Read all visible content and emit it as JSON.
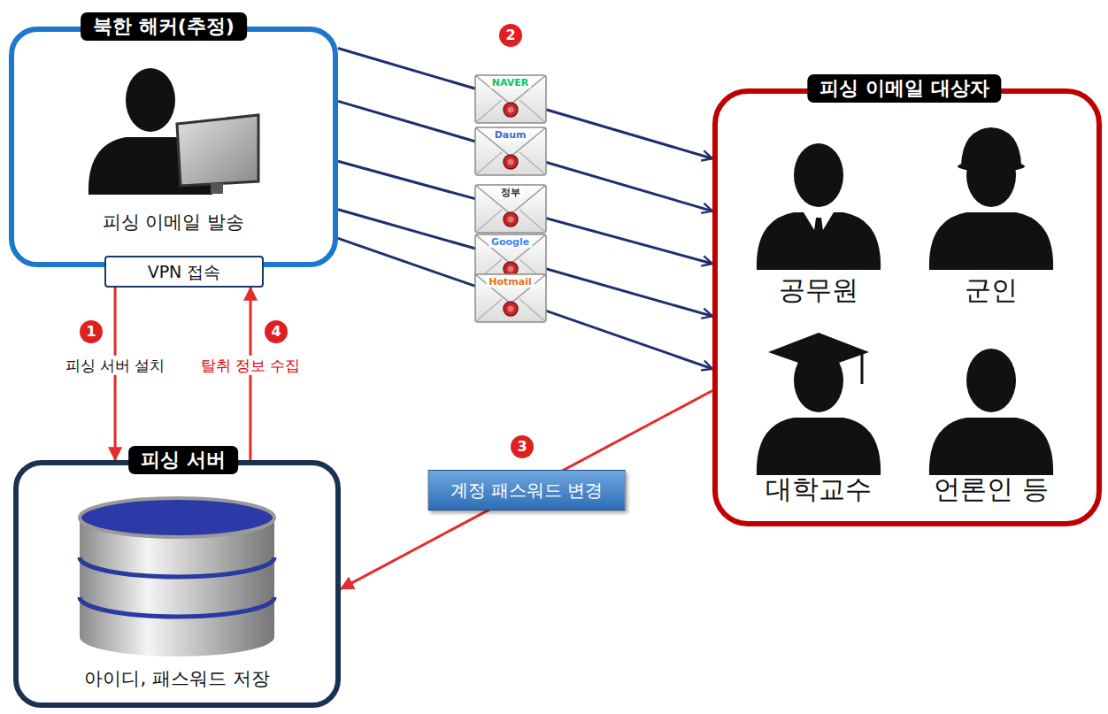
{
  "diagram": {
    "nodes": [
      {
        "text": [
          "북한 해커(추정)",
          "피싱 이메일 발송"
        ]
      },
      {
        "text": [
          "VPN 접속"
        ]
      },
      {
        "text": [
          "피싱 이메일 대상자"
        ]
      },
      {
        "text": [
          "공무원"
        ],
        "in": 2
      },
      {
        "text": [
          "군인"
        ],
        "in": 2
      },
      {
        "text": [
          "대학교수"
        ],
        "in": 2
      },
      {
        "text": [
          "언론인 등"
        ],
        "in": 2
      },
      {
        "text": [
          "피싱 서버",
          "아이디, 패스워드 저장"
        ]
      }
    ],
    "edges": [
      {
        "from": 0,
        "to": 2,
        "arrow": "to",
        "label": "NAVER"
      },
      {
        "from": 0,
        "to": 2,
        "arrow": "to",
        "label": "Daum"
      },
      {
        "from": 0,
        "to": 2,
        "arrow": "to",
        "label": "정부"
      },
      {
        "from": 0,
        "to": 2,
        "arrow": "to",
        "label": "Google"
      },
      {
        "from": 0,
        "to": 2,
        "arrow": "to",
        "label": "Hotmail"
      },
      {
        "from": 1,
        "to": 7,
        "arrow": "to",
        "label": "피싱 서버 설치"
      },
      {
        "from": 7,
        "to": 1,
        "arrow": "to",
        "label": "탈취 정보 수집"
      },
      {
        "from": 2,
        "to": 7,
        "arrow": "to",
        "label": "계정 패스워드 변경"
      }
    ],
    "labels": [
      "1",
      "2",
      "3",
      "4"
    ]
  }
}
